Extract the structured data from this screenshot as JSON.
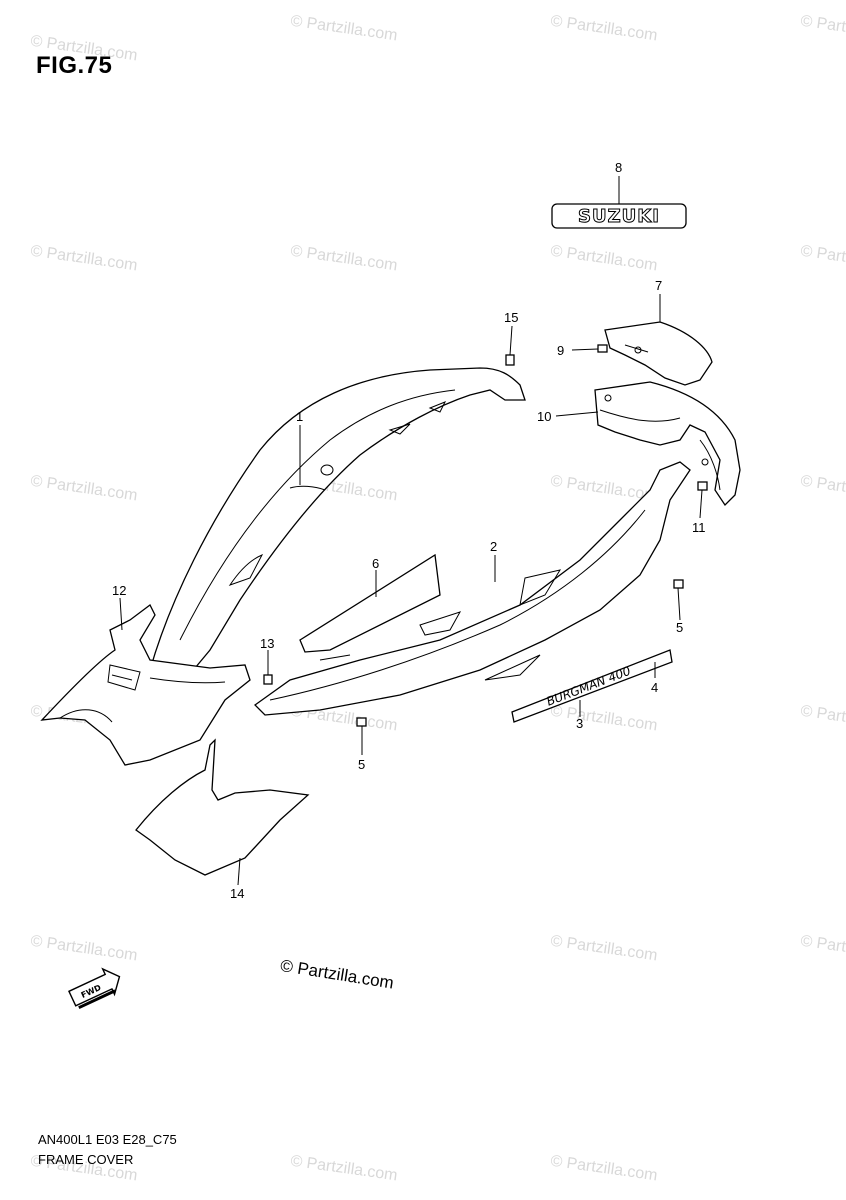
{
  "figure": {
    "title": "FIG.75"
  },
  "footer": {
    "code": "AN400L1 E03 E28_C75",
    "name": "FRAME COVER"
  },
  "watermark": {
    "text": "© Partzilla.com"
  },
  "copyright": {
    "text": "© Partzilla.com"
  },
  "emblem": {
    "text": "SUZUKI"
  },
  "decal": {
    "text": "BURGMAN 400"
  },
  "fwd_label": "FWD",
  "callouts": [
    "1",
    "2",
    "3",
    "4",
    "5",
    "5",
    "6",
    "7",
    "8",
    "9",
    "10",
    "11",
    "12",
    "13",
    "14",
    "15"
  ]
}
